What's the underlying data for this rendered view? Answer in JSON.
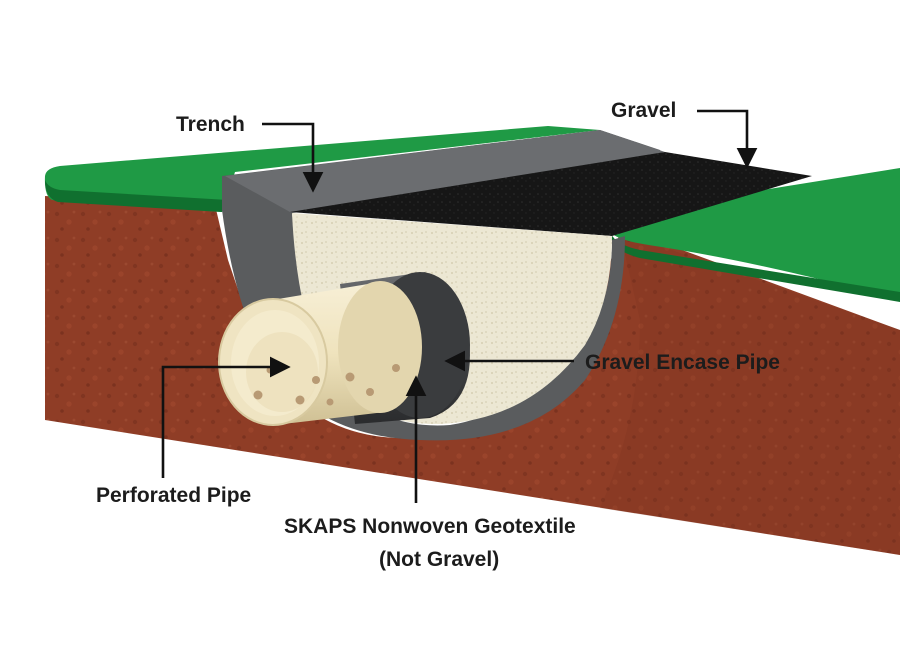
{
  "labels": {
    "trench": "Trench",
    "gravel": "Gravel",
    "gravel_encase_pipe": "Gravel Encase Pipe",
    "perforated_pipe": "Perforated Pipe",
    "geotextile_line1": "SKAPS Nonwoven Geotextile",
    "geotextile_line2": "(Not Gravel)"
  },
  "colors": {
    "soil": "#8f3d26",
    "soil_dark": "#6e2c1b",
    "grass": "#1f9a45",
    "grass_dark": "#10702f",
    "geotextile": "#5a5c5e",
    "geotextile_dark": "#3b3d3f",
    "gravel_top": "#161616",
    "fill_sand": "#ece7d3",
    "pipe": "#f0e6c6",
    "pipe_shadow": "#cdbf94",
    "perforation": "#b89a74",
    "text": "#1c1c1c"
  },
  "icons": {
    "arrow": "arrow-icon"
  }
}
